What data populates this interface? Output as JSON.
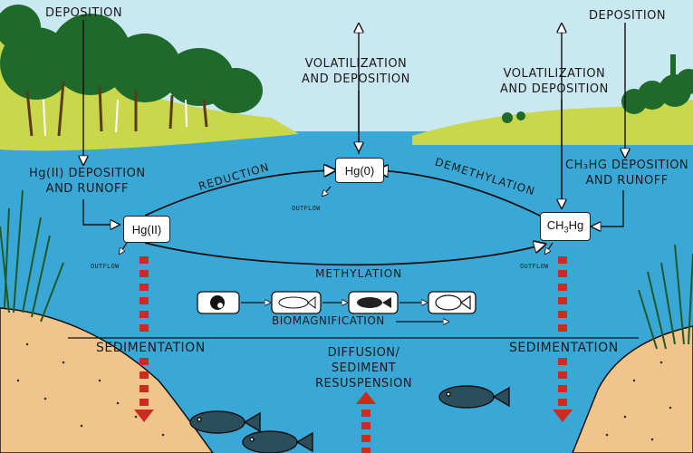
{
  "colors": {
    "sky": "#c9e8f2",
    "water": "#3aa8d6",
    "sediment": "#f0c48a",
    "trees": "#1f6a2a",
    "grass": "#c8d84a",
    "sed_arrow": "#cc2b1f",
    "ink": "#1a1a1a"
  },
  "labels": {
    "deposition_left": "DEPOSITION",
    "deposition_right": "DEPOSITION",
    "volatilization_center_1": "VOLATILIZATION",
    "volatilization_center_2": "AND DEPOSITION",
    "volatilization_right_1": "VOLATILIZATION",
    "volatilization_right_2": "AND DEPOSITION",
    "hg2_deposition_1": "Hg(II) DEPOSITION",
    "hg2_deposition_2": "AND RUNOFF",
    "ch3hg_deposition_1": "CH₃HG DEPOSITION",
    "ch3hg_deposition_2": "AND RUNOFF",
    "reduction": "REDUCTION",
    "demethylation": "DEMETHYLATION",
    "methylation": "METHYLATION",
    "biomagnification": "BIOMAGNIFICATION",
    "sedimentation_left": "SEDIMENTATION",
    "sedimentation_right": "SEDIMENTATION",
    "diffusion_1": "DIFFUSION/",
    "diffusion_2": "SEDIMENT",
    "diffusion_3": "RESUSPENSION",
    "outflow_1": "OUTFLOW",
    "outflow_2": "OUTFLOW",
    "outflow_3": "OUTFLOW"
  },
  "species": {
    "hg0": "Hg(0)",
    "hg2": "Hg(II)",
    "ch3hg_base": "CH",
    "ch3hg_sub": "3",
    "ch3hg_tail": "Hg"
  },
  "icons": [
    "plankton-icon",
    "small-fish-icon",
    "medium-fish-icon",
    "large-fish-icon",
    "bass-fish-icon",
    "tree-icon",
    "reed-icon"
  ]
}
